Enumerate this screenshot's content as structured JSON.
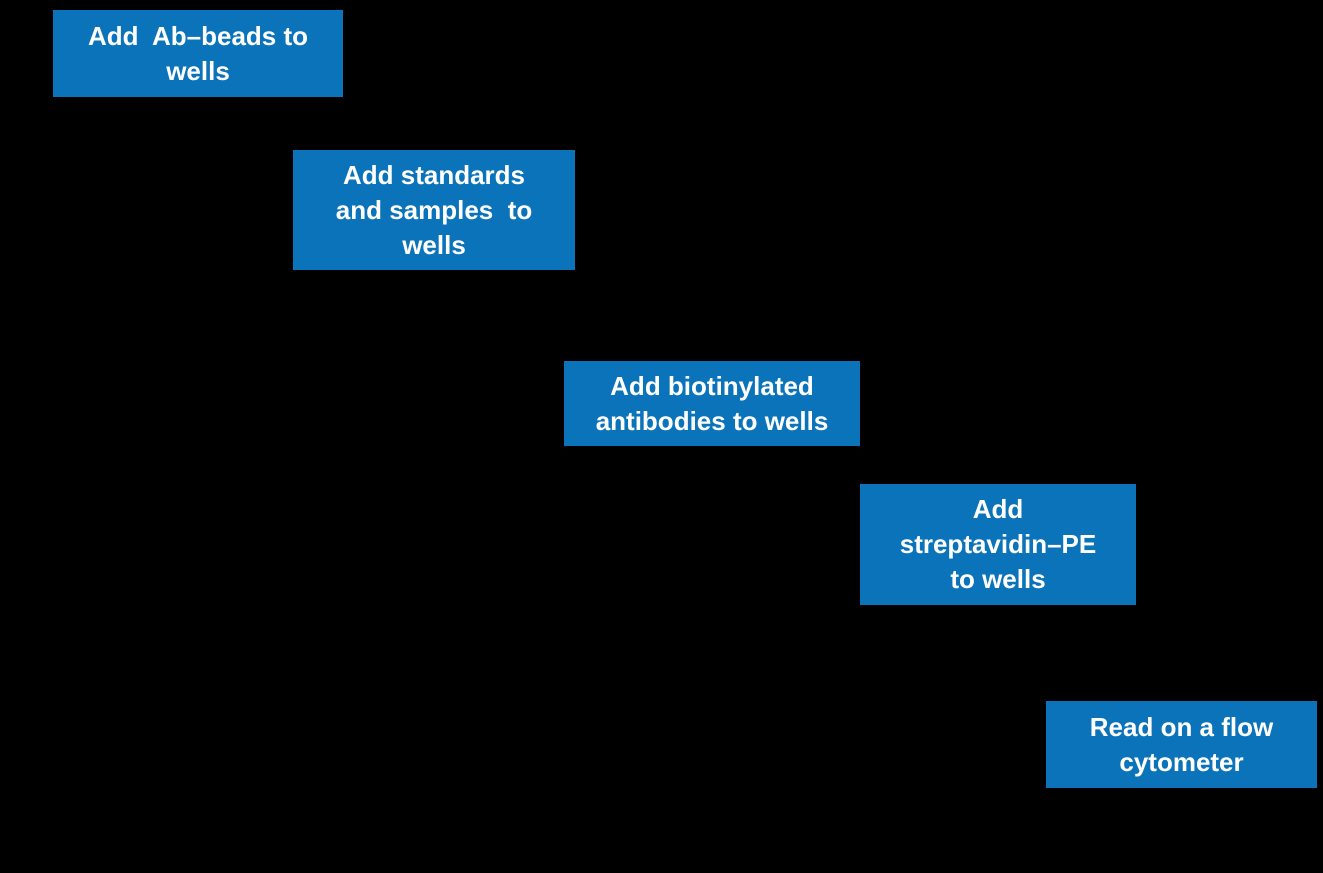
{
  "diagram": {
    "background_color": "#000000",
    "box_color": "#0b73ba",
    "text_color": "#ffffff",
    "steps": [
      {
        "label": "Add  Ab–beads to\nwells"
      },
      {
        "label": "Add standards\nand samples  to\nwells"
      },
      {
        "label": "Add biotinylated\nantibodies to wells"
      },
      {
        "label": "Add\nstreptavidin–PE\nto wells"
      },
      {
        "label": "Read on a flow\ncytometer"
      }
    ]
  }
}
